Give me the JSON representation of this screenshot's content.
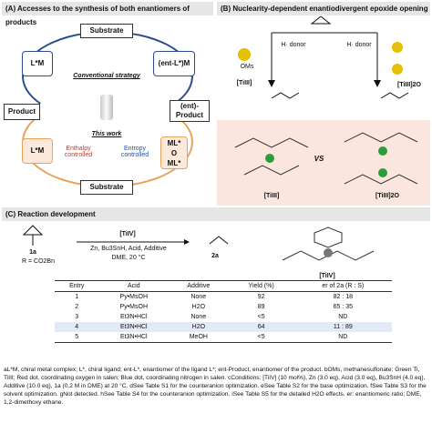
{
  "panelA": {
    "title": "(A) Accesses to the synthesis of both enantiomers of products",
    "substrate_top": "Substrate",
    "substrate_bottom": "Substrate",
    "product": "Product",
    "ent_product": "(ent)-\nProduct",
    "lm_top": "L*M",
    "entl_m": "(ent-L*)M",
    "conventional": "Conventional strategy",
    "this_work": "This work",
    "lm_bottom": "L*M",
    "ml_stack": "ML*\nO\nML*",
    "enthalpy": "Enthalpy\ncontrolled",
    "entropy": "Entropy\ncontrolled"
  },
  "panelB": {
    "title": "(B) Nuclearity-dependent enantiodivergent epoxide opening",
    "h_donor_left": "H· donor",
    "h_donor_right": "H· donor",
    "ti_left": "[TiIII]",
    "ti_right": "[TiIII]2O",
    "ti_bottom_left": "[TiIII]",
    "ti_bottom_right": "[TiIII]2O",
    "vs": "VS",
    "oms": "OMs"
  },
  "panelC": {
    "title": "(C) Reaction development",
    "reagent": "[TiIV]",
    "conditions_1": "Zn, Bu3SnH, Acid, Additive",
    "conditions_2": "DME, 20 °C",
    "sm_label": "1a",
    "sm_r": "R = CO2Bn",
    "prod_label": "2a",
    "cat_label": "[TiIV]",
    "headers": [
      "Entry",
      "Acid",
      "Additive",
      "Yield (%)",
      "er of 2a (R : S)"
    ],
    "rows": [
      [
        "1",
        "Py•MsOH",
        "None",
        "92",
        "82 : 18"
      ],
      [
        "2",
        "Py•MsOH",
        "H2O",
        "89",
        "65 : 35"
      ],
      [
        "3",
        "Et3N•HCl",
        "None",
        "<5",
        "ND"
      ],
      [
        "4",
        "Et3N•HCl",
        "H2O",
        "64",
        "11 : 89"
      ],
      [
        "5",
        "Et3N•HCl",
        "MeOH",
        "<5",
        "ND"
      ]
    ]
  },
  "footnote": "aL*M, chiral metal complex; L*, chiral ligand; ent-L*, enantiomer of the ligand L*; ent-Product, enantiomer of the product. bOMs, methanesulfonate; Green Ti, TiIII; Red dot, coordinating oxygen in salen; Blue dot, coordinating nitrogen in salen. cConditions: [TiIV] (10 mol%), Zn (3.0 eq), Acid (3.0 eq), Bu3SnH (4.0 eq), Additive (10.0 eq), 1a (0.2 M in DME) at 20 °C. dSee Table S1 for the counteranion optimization. eSee Table S2 for the base optimization. fSee Table S3 for the solvent optimization. gNot detected. hSee Table S4 for the counteranion optimization. iSee Table S5 for the detailed H2O effects. er: enantiomeric ratio; DME, 1,2-dimethoxy ethane."
}
